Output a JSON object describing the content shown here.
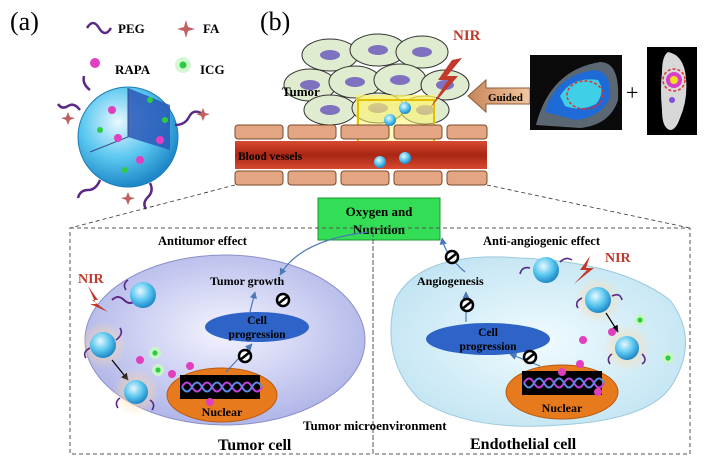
{
  "panel_a": {
    "label": "(a)",
    "legend": {
      "peg": "PEG",
      "fa": "FA",
      "rapa": "RAPA",
      "icg": "ICG"
    }
  },
  "panel_b": {
    "label": "(b)",
    "nir": "NIR",
    "tumor": "Tumor",
    "blood_vessels": "Blood vessels",
    "guided": "Guided",
    "plus": "+"
  },
  "center": {
    "oxygen_line1": "Oxygen and",
    "oxygen_line2": "Nutrition"
  },
  "tumor_panel": {
    "title": "Antitumor effect",
    "nir": "NIR",
    "growth": "Tumor growth",
    "cell_prog_line1": "Cell",
    "cell_prog_line2": "progression",
    "nuclear": "Nuclear",
    "caption": "Tumor cell"
  },
  "endothelial_panel": {
    "title": "Anti-angiogenic effect",
    "nir": "NIR",
    "angiogenesis": "Angiogenesis",
    "cell_prog_line1": "Cell",
    "cell_prog_line2": "progression",
    "nuclear": "Nuclear",
    "caption": "Endothelial cell"
  },
  "microenv": "Tumor microenvironment",
  "colors": {
    "particle": "#36b3e8",
    "vessel": "#b5301c",
    "endothelial": "#e0a07a",
    "peg": "#5a2a86",
    "rapa": "#e040c0",
    "icg": "#2ecc40",
    "nucleus": "#e87a1e",
    "oxygen_box": "#33dd55"
  }
}
